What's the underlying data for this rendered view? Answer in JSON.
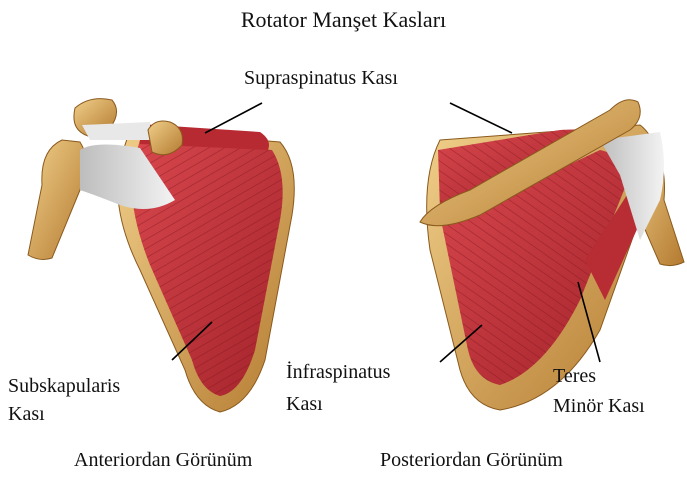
{
  "title": "Rotator Manşet Kasları",
  "labels": {
    "supraspinatus": "Supraspinatus Kası",
    "subscapularis_line1": "Subskapularis",
    "subscapularis_line2": "Kası",
    "infraspinatus_line1": "İnfraspinatus",
    "infraspinatus_line2": "Kası",
    "teres_line1": "Teres",
    "teres_line2": "Minör Kası"
  },
  "captions": {
    "anterior": "Anteriordan Görünüm",
    "posterior": "Posteriordan Görünüm"
  },
  "colors": {
    "muscle": "#c8323a",
    "muscle_dark": "#8e1c22",
    "bone": "#d9a95a",
    "tendon": "#e6e6e6"
  }
}
